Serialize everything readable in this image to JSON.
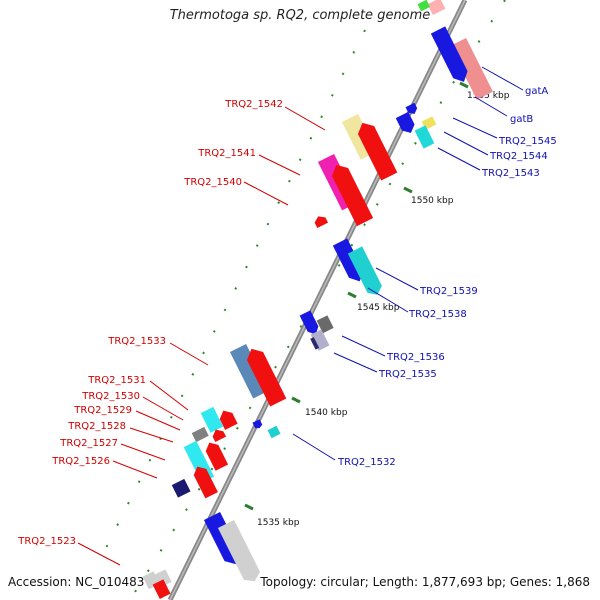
{
  "title": "Thermotoga sp. RQ2, complete genome",
  "footer": {
    "accession": "Accession: NC_010483",
    "summary": "Topology: circular; Length: 1,877,693 bp; Genes: 1,868"
  },
  "colors": {
    "left_label": "#d40000",
    "right_label": "#1010b0",
    "backbone": "#888888"
  },
  "ticks": [
    "1555 kbp",
    "1550 kbp",
    "1545 kbp",
    "1540 kbp",
    "1535 kbp"
  ],
  "left_labels": [
    "TRQ2_1542",
    "TRQ2_1541",
    "TRQ2_1540",
    "TRQ2_1533",
    "TRQ2_1531",
    "TRQ2_1530",
    "TRQ2_1529",
    "TRQ2_1528",
    "TRQ2_1527",
    "TRQ2_1526",
    "TRQ2_1523"
  ],
  "right_labels": [
    "gatA",
    "gatB",
    "TRQ2_1545",
    "TRQ2_1544",
    "TRQ2_1543",
    "TRQ2_1539",
    "TRQ2_1538",
    "TRQ2_1536",
    "TRQ2_1535",
    "TRQ2_1532"
  ]
}
